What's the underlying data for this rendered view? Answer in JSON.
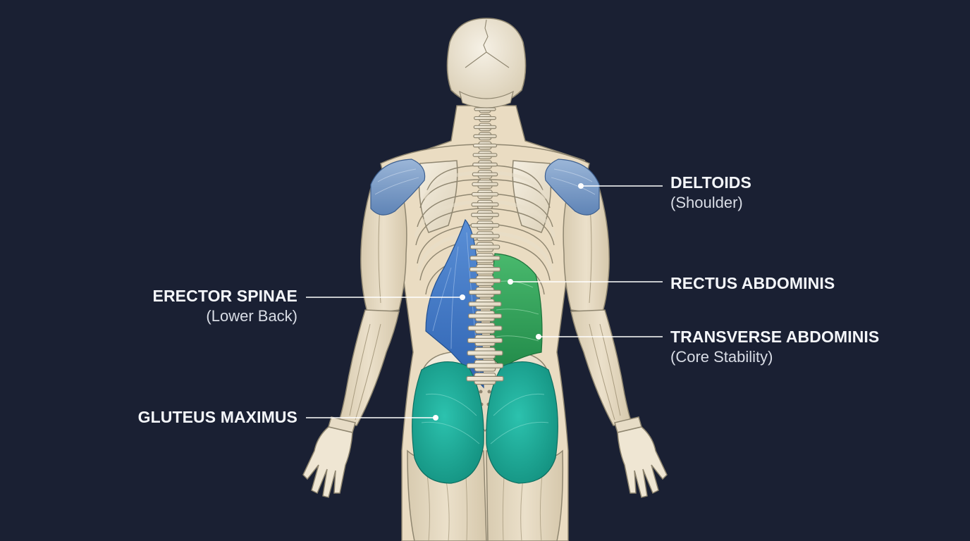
{
  "diagram": {
    "colors": {
      "background": "#1a2033",
      "bone": "#ece4d1",
      "bone_outline": "#8f8670",
      "muscle_tan": "#e2d6bd",
      "skin": "#eadcc2",
      "deltoid": "#7a9bc4",
      "erector_spinae": "#3b73c4",
      "core": "#2fa35a",
      "gluteus": "#1fae9c",
      "leader": "#ffffff"
    },
    "labels": {
      "deltoids": {
        "name": "DELTOIDS",
        "sub": "(Shoulder)"
      },
      "rectus": {
        "name": "RECTUS ABDOMINIS"
      },
      "transverse": {
        "name": "TRANSVERSE ABDOMINIS",
        "sub": "(Core Stability)"
      },
      "erector": {
        "name": "ERECTOR SPINAE",
        "sub": "(Lower Back)"
      },
      "gluteus": {
        "name": "GLUTEUS MAXIMUS"
      }
    }
  }
}
